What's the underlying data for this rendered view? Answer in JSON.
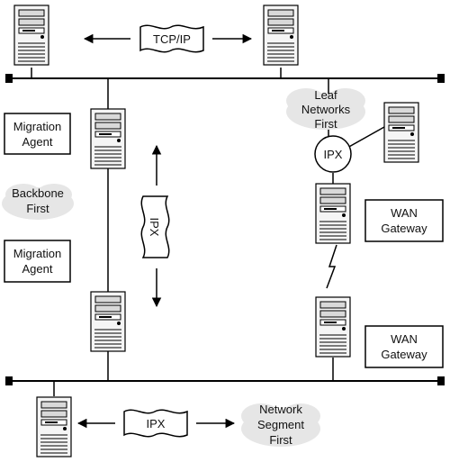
{
  "colors": {
    "line": "#000000",
    "cloud": "#e6e6e6",
    "server_body": "#f5f5f5",
    "server_panel": "#d9d9d9"
  },
  "labels": {
    "top_protocol": "TCP/IP",
    "left_vertical_protocol": "IPX",
    "bottom_protocol": "IPX",
    "ipx_node": "IPX"
  },
  "clouds": {
    "leaf_networks": [
      "Leaf",
      "Networks",
      "First"
    ],
    "backbone": [
      "Backbone",
      "First"
    ],
    "network_segment": [
      "Network",
      "Segment",
      "First"
    ]
  },
  "boxes": {
    "migration_agent_top": [
      "Migration",
      "Agent"
    ],
    "migration_agent_bottom": [
      "Migration",
      "Agent"
    ],
    "wan_gateway_top": [
      "WAN",
      "Gateway"
    ],
    "wan_gateway_bottom": [
      "WAN",
      "Gateway"
    ]
  },
  "icons": {
    "server": "server-tower-icon",
    "arrow": "arrow-icon",
    "lightning": "lightning-link-icon"
  }
}
